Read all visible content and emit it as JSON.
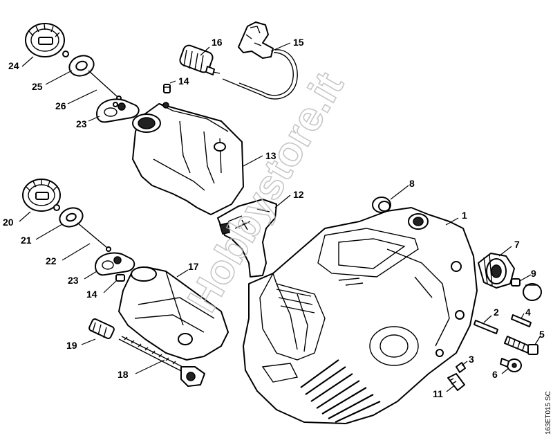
{
  "callouts": [
    "1",
    "2",
    "3",
    "4",
    "5",
    "6",
    "7",
    "8",
    "9",
    "11",
    "12",
    "13",
    "14",
    "14",
    "15",
    "16",
    "17",
    "18",
    "19",
    "20",
    "21",
    "22",
    "23",
    "23",
    "24",
    "25",
    "26"
  ],
  "watermark": "Hobbystore.it",
  "drawing_code": "163ET015 SC"
}
